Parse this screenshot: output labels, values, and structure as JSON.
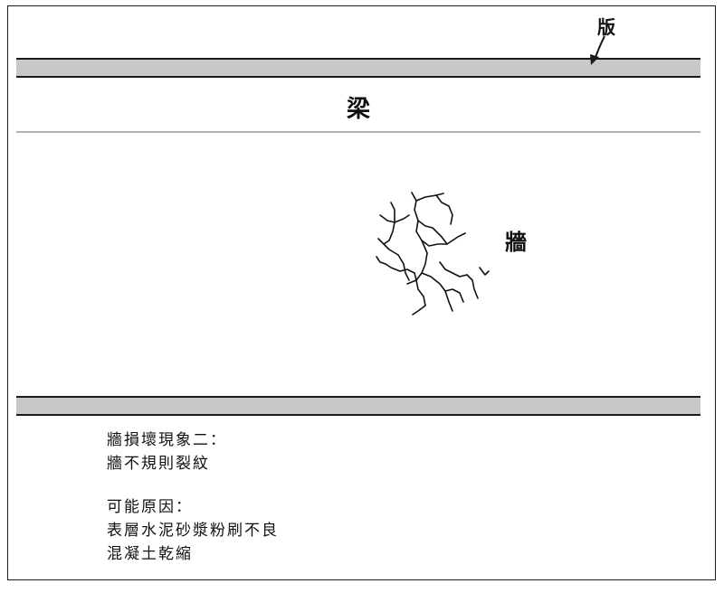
{
  "labels": {
    "slab": "版",
    "beam": "梁",
    "wall": "牆"
  },
  "notes": {
    "heading": "牆損壞現象二：",
    "phenomenon": "牆不規則裂紋",
    "causes_title": "可能原因：",
    "causes": [
      "表層水泥砂漿粉刷不良",
      "混凝土乾縮"
    ]
  },
  "colors": {
    "slab_fill": "#c8c8c8",
    "line": "#1a1a1a",
    "beam_line": "#9a9a9a"
  }
}
